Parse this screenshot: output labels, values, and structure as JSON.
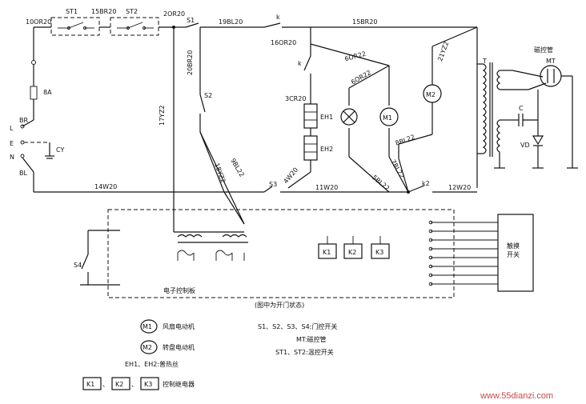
{
  "labels": {
    "st1": "ST1",
    "st2": "ST2",
    "w_10or20": "10OR20",
    "w_15br20_top": "15BR20",
    "w_2or20": "2OR20",
    "w_19bl20": "19BL20",
    "w_15br20_right": "15BR20",
    "w_16or20": "16OR20",
    "w_21yz2": "21YZ2",
    "w_6or22_a": "6OR22",
    "w_6or22_b": "6OR22",
    "w_3cr20": "3CR20",
    "w_20br20": "20BR20",
    "w_17yz2": "17YZ2",
    "w_14w20": "14W20",
    "w_4w20": "4W20",
    "w_11w20": "11W20",
    "w_12w20": "12W20",
    "w_8bl22": "8BL22",
    "w_18yz2": "18YZ2",
    "w_9bl22": "9BL22",
    "w_7bl22": "7BL22",
    "w_5bl22": "5BL22",
    "s1": "S1",
    "s2": "S2",
    "s3": "S3",
    "s4": "S4",
    "k_top": "k",
    "k_mid": "k",
    "k2": "k2",
    "fuse": "8A",
    "br": "BR",
    "l": "L",
    "e": "E",
    "cy": "CY",
    "n": "N",
    "bl": "BL",
    "eh1": "EH1",
    "eh2": "EH2",
    "m1": "M1",
    "m2": "M2",
    "t": "T",
    "c": "C",
    "vd": "VD",
    "mt_title": "磁控管",
    "mt": "MT",
    "k1": "K1",
    "k2r": "K2",
    "k3": "K3",
    "switch_box": "触摸\n开关",
    "control_board": "电子控制板",
    "door_state": "(图中为开门状态)"
  },
  "legend": {
    "m1_sym": "M1",
    "m1_text": "风扇电动机",
    "m2_sym": "M2",
    "m2_text": "转盘电动机",
    "eh_text": "EH1、EH2:普热丝",
    "k_sym1": "K1",
    "k_sep1": "、",
    "k_sym2": "K2",
    "k_sep2": "、",
    "k_sym3": "K3",
    "k_text": "控制继电器",
    "doors": "S1、S2、S3、S4:门控开关",
    "mt_text": "MT:磁控管",
    "st_text": "ST1、ST2:温控开关"
  },
  "watermark": "www.55dianzi.com"
}
